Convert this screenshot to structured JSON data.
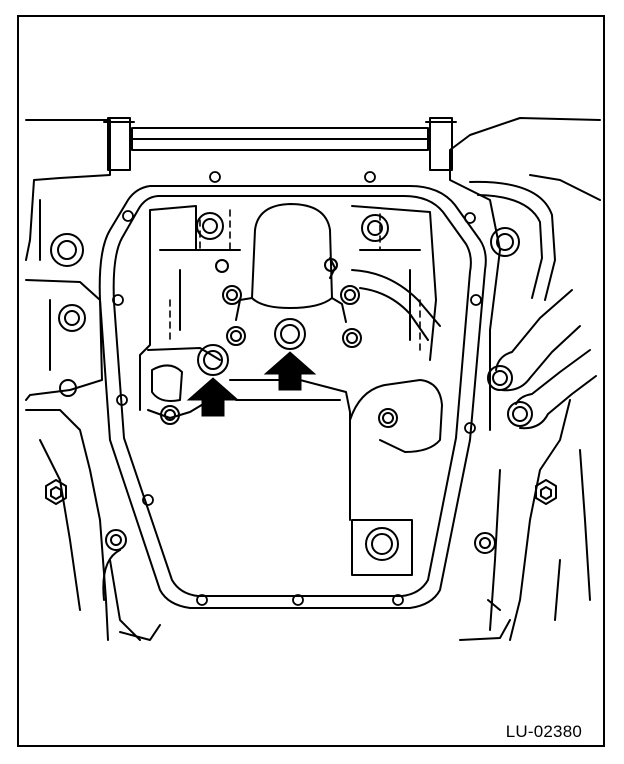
{
  "figure": {
    "code": "LU-02380",
    "stroke_color": "#000000",
    "background_color": "#ffffff",
    "callouts": [
      {
        "type": "arrow",
        "direction": "up",
        "target": "left-o-ring"
      },
      {
        "type": "arrow",
        "direction": "up",
        "target": "right-o-ring"
      }
    ]
  }
}
